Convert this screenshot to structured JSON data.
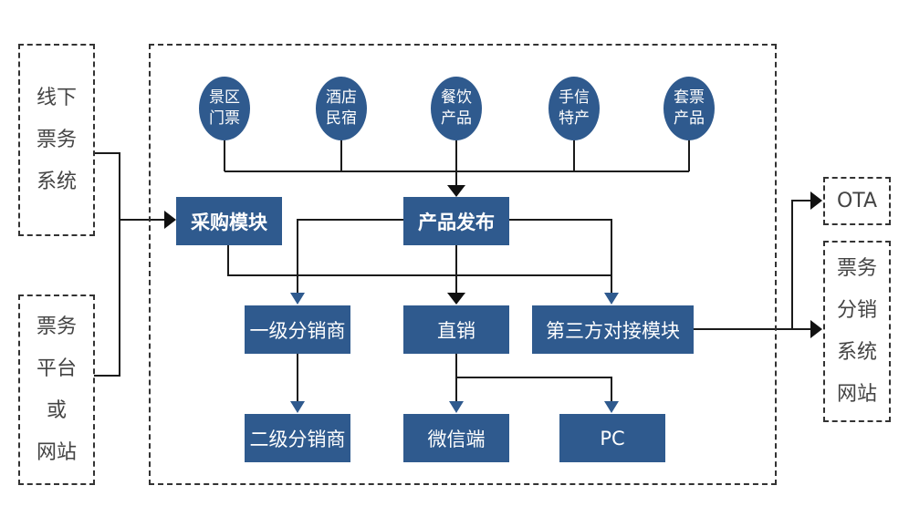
{
  "colors": {
    "node_fill": "#2f5a8e",
    "node_text": "#ffffff",
    "line": "#1a1a1a",
    "dashed_border": "#333333"
  },
  "left_sources": [
    {
      "lines": [
        "线下",
        "票务",
        "系统"
      ]
    },
    {
      "lines": [
        "票务",
        "平台",
        "或",
        "网站"
      ]
    }
  ],
  "product_sources": [
    {
      "lines": [
        "景区",
        "门票"
      ]
    },
    {
      "lines": [
        "酒店",
        "民宿"
      ]
    },
    {
      "lines": [
        "餐饮",
        "产品"
      ]
    },
    {
      "lines": [
        "手信",
        "特产"
      ]
    },
    {
      "lines": [
        "套票",
        "产品"
      ]
    }
  ],
  "modules": {
    "purchase": "采购模块",
    "publish": "产品发布",
    "level1_distributor": "一级分销商",
    "direct_sales": "直销",
    "third_party": "第三方对接模块",
    "level2_distributor": "二级分销商",
    "wechat": "微信端",
    "pc": "PC"
  },
  "right_targets": [
    {
      "lines": [
        "OTA"
      ]
    },
    {
      "lines": [
        "票务",
        "分销",
        "系统",
        "网站"
      ]
    }
  ]
}
